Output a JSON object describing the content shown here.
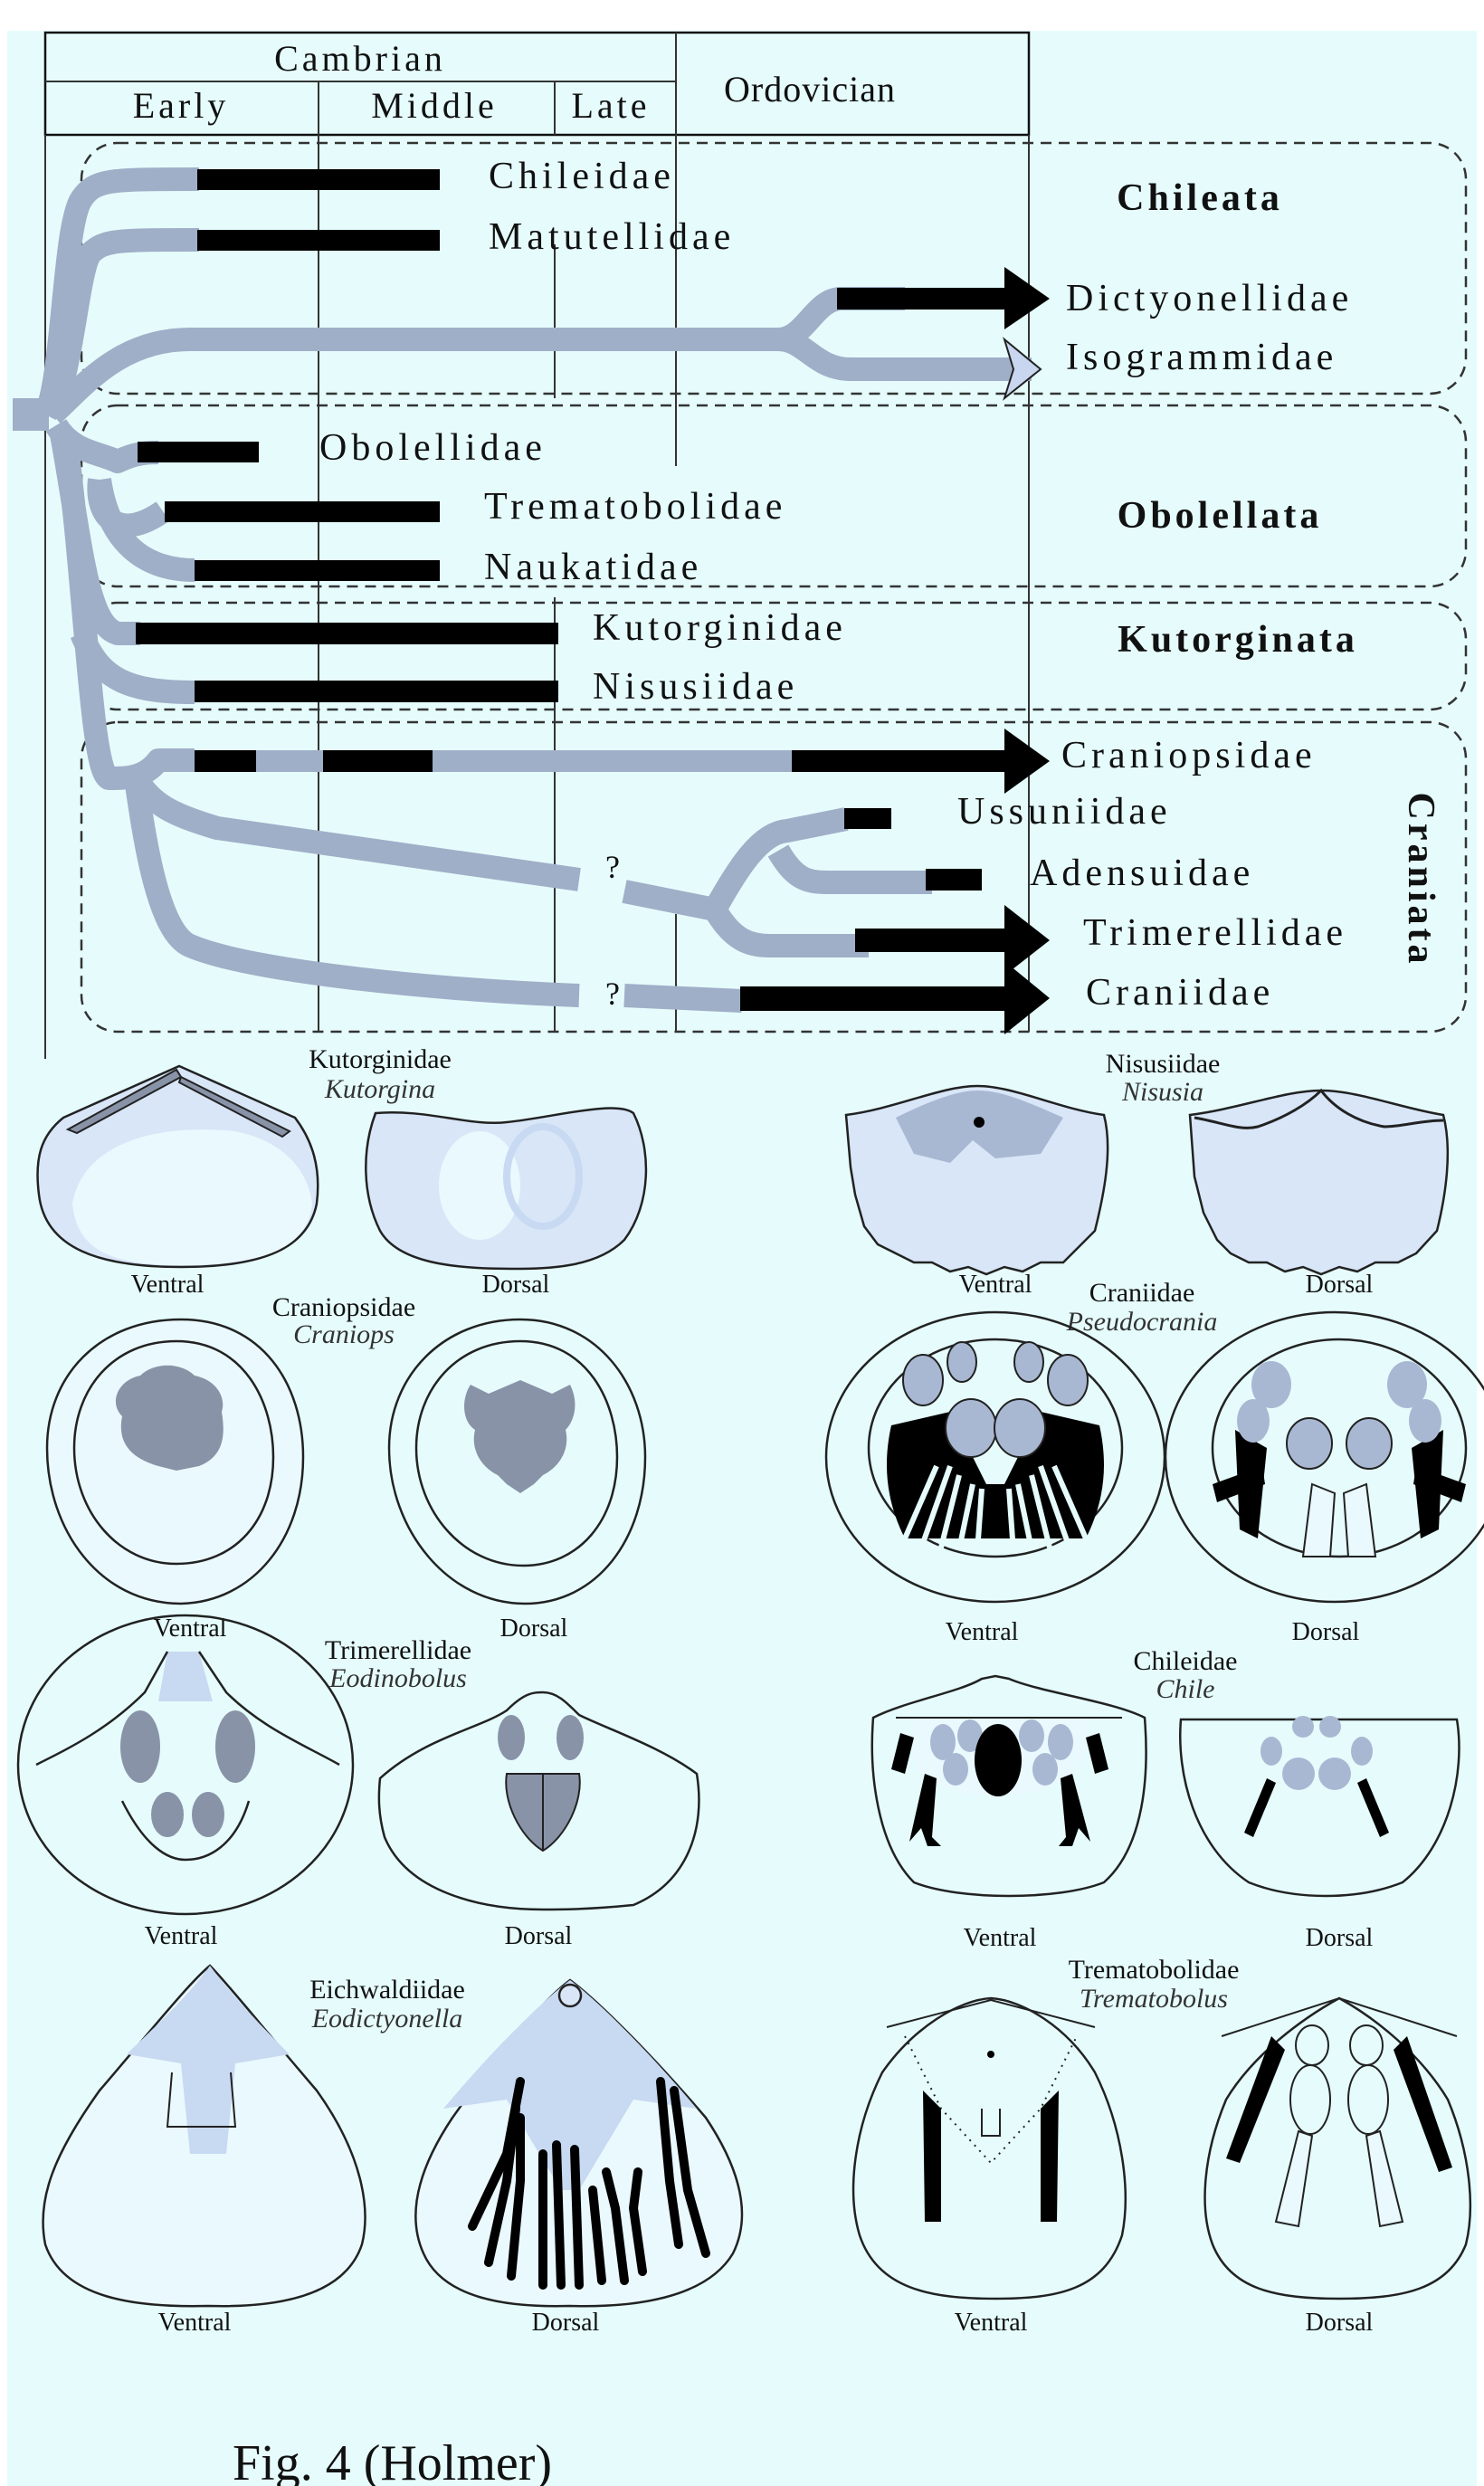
{
  "figure": {
    "caption": "Fig. 4 (Holmer)",
    "background_color": "#e6fcfc",
    "branch_color": "#a0afc8",
    "range_color": "#000000"
  },
  "timescale": {
    "periods": [
      {
        "label": "Cambrian",
        "epochs": [
          "Early",
          "Middle",
          "Late"
        ]
      },
      {
        "label": "Ordovician",
        "epochs": []
      }
    ]
  },
  "groups": [
    {
      "label": "Chileata",
      "families": [
        "Chileidae",
        "Matutellidae",
        "Dictyonellidae",
        "Isogrammidae"
      ]
    },
    {
      "label": "Obolellata",
      "families": [
        "Obolellidae",
        "Trematobolidae",
        "Naukatidae"
      ]
    },
    {
      "label": "Kutorginata",
      "families": [
        "Kutorginidae",
        "Nisusiidae"
      ]
    },
    {
      "label": "Craniata",
      "families": [
        "Craniopsidae",
        "Ussuniidae",
        "Adensuidae",
        "Trimerellidae",
        "Craniidae"
      ]
    }
  ],
  "families": {
    "chileidae": "Chileidae",
    "matutellidae": "Matutellidae",
    "dictyonellidae": "Dictyonellidae",
    "isogrammidae": "Isogrammidae",
    "obolellidae": "Obolellidae",
    "trematobolidae": "Trematobolidae",
    "naukatidae": "Naukatidae",
    "kutorginidae": "Kutorginidae",
    "nisusiidae": "Nisusiidae",
    "craniopsidae": "Craniopsidae",
    "ussuniidae": "Ussuniidae",
    "adensuidae": "Adensuidae",
    "trimerellidae": "Trimerellidae",
    "craniidae": "Craniidae"
  },
  "uncertain_marker": "?",
  "specimens": [
    {
      "family": "Kutorginidae",
      "genus": "Kutorgina",
      "views": [
        "Ventral",
        "Dorsal"
      ]
    },
    {
      "family": "Nisusiidae",
      "genus": "Nisusia",
      "views": [
        "Ventral",
        "Dorsal"
      ]
    },
    {
      "family": "Craniopsidae",
      "genus": "Craniops",
      "views": [
        "Ventral",
        "Dorsal"
      ]
    },
    {
      "family": "Craniidae",
      "genus": "Pseudocrania",
      "views": [
        "Ventral",
        "Dorsal"
      ]
    },
    {
      "family": "Trimerellidae",
      "genus": "Eodinobolus",
      "views": [
        "Ventral",
        "Dorsal"
      ]
    },
    {
      "family": "Chileidae",
      "genus": "Chile",
      "views": [
        "Ventral",
        "Dorsal"
      ]
    },
    {
      "family": "Eichwaldiidae",
      "genus": "Eodictyonella",
      "views": [
        "Ventral",
        "Dorsal"
      ]
    },
    {
      "family": "Trematobolidae",
      "genus": "Trematobolus",
      "views": [
        "Ventral",
        "Dorsal"
      ]
    }
  ]
}
